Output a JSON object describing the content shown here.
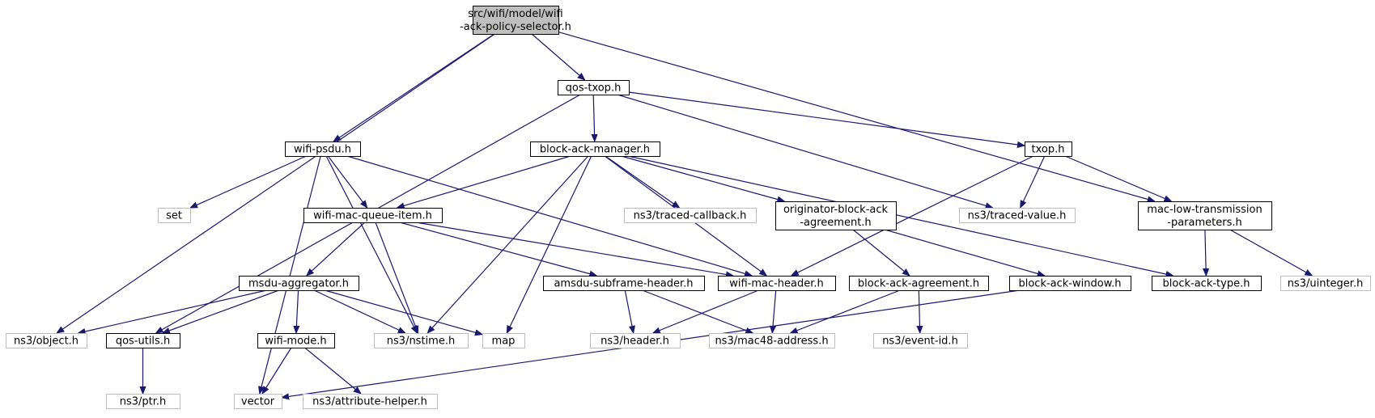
{
  "diagram": {
    "type": "include-dependency-graph",
    "colors": {
      "edge": "#191970",
      "root_fill": "#bfbfbf",
      "documented_border": "#000000",
      "external_border": "#bfbfbf",
      "external_text": "#000000"
    },
    "nodes": [
      {
        "id": "root",
        "label": [
          "src/wifi/model/wifi",
          "-ack-policy-selector.h"
        ],
        "kind": "root"
      },
      {
        "id": "qos-txop",
        "label": [
          "qos-txop.h"
        ],
        "kind": "documented"
      },
      {
        "id": "wifi-psdu",
        "label": [
          "wifi-psdu.h"
        ],
        "kind": "documented"
      },
      {
        "id": "block-ack-manager",
        "label": [
          "block-ack-manager.h"
        ],
        "kind": "documented"
      },
      {
        "id": "txop",
        "label": [
          "txop.h"
        ],
        "kind": "documented"
      },
      {
        "id": "set",
        "label": [
          "set"
        ],
        "kind": "external"
      },
      {
        "id": "wifi-mac-queue-item",
        "label": [
          "wifi-mac-queue-item.h"
        ],
        "kind": "documented"
      },
      {
        "id": "traced-callback",
        "label": [
          "ns3/traced-callback.h"
        ],
        "kind": "external"
      },
      {
        "id": "originator-agreement",
        "label": [
          "originator-block-ack",
          "-agreement.h"
        ],
        "kind": "documented"
      },
      {
        "id": "traced-value",
        "label": [
          "ns3/traced-value.h"
        ],
        "kind": "external"
      },
      {
        "id": "mac-low-params",
        "label": [
          "mac-low-transmission",
          "-parameters.h"
        ],
        "kind": "documented"
      },
      {
        "id": "msdu-aggregator",
        "label": [
          "msdu-aggregator.h"
        ],
        "kind": "documented"
      },
      {
        "id": "amsdu-subframe-header",
        "label": [
          "amsdu-subframe-header.h"
        ],
        "kind": "documented"
      },
      {
        "id": "wifi-mac-header",
        "label": [
          "wifi-mac-header.h"
        ],
        "kind": "documented"
      },
      {
        "id": "block-ack-agreement",
        "label": [
          "block-ack-agreement.h"
        ],
        "kind": "documented"
      },
      {
        "id": "block-ack-window",
        "label": [
          "block-ack-window.h"
        ],
        "kind": "documented"
      },
      {
        "id": "block-ack-type",
        "label": [
          "block-ack-type.h"
        ],
        "kind": "documented"
      },
      {
        "id": "uinteger",
        "label": [
          "ns3/uinteger.h"
        ],
        "kind": "external"
      },
      {
        "id": "object",
        "label": [
          "ns3/object.h"
        ],
        "kind": "external"
      },
      {
        "id": "qos-utils",
        "label": [
          "qos-utils.h"
        ],
        "kind": "documented"
      },
      {
        "id": "wifi-mode",
        "label": [
          "wifi-mode.h"
        ],
        "kind": "documented"
      },
      {
        "id": "nstime",
        "label": [
          "ns3/nstime.h"
        ],
        "kind": "external"
      },
      {
        "id": "map",
        "label": [
          "map"
        ],
        "kind": "external"
      },
      {
        "id": "header",
        "label": [
          "ns3/header.h"
        ],
        "kind": "external"
      },
      {
        "id": "mac48-address",
        "label": [
          "ns3/mac48-address.h"
        ],
        "kind": "external"
      },
      {
        "id": "event-id",
        "label": [
          "ns3/event-id.h"
        ],
        "kind": "external"
      },
      {
        "id": "ptr",
        "label": [
          "ns3/ptr.h"
        ],
        "kind": "external"
      },
      {
        "id": "vector",
        "label": [
          "vector"
        ],
        "kind": "external"
      },
      {
        "id": "attribute-helper",
        "label": [
          "ns3/attribute-helper.h"
        ],
        "kind": "external"
      }
    ],
    "edges": [
      [
        "root",
        "qos-txop"
      ],
      [
        "root",
        "wifi-psdu"
      ],
      [
        "root",
        "object"
      ],
      [
        "root",
        "mac-low-params"
      ],
      [
        "qos-txop",
        "block-ack-manager"
      ],
      [
        "qos-txop",
        "txop"
      ],
      [
        "qos-txop",
        "traced-value"
      ],
      [
        "qos-txop",
        "qos-utils"
      ],
      [
        "wifi-psdu",
        "set"
      ],
      [
        "wifi-psdu",
        "wifi-mac-queue-item"
      ],
      [
        "wifi-psdu",
        "wifi-mac-header"
      ],
      [
        "wifi-psdu",
        "nstime"
      ],
      [
        "wifi-psdu",
        "vector"
      ],
      [
        "block-ack-manager",
        "wifi-mac-queue-item"
      ],
      [
        "block-ack-manager",
        "traced-callback"
      ],
      [
        "block-ack-manager",
        "originator-agreement"
      ],
      [
        "block-ack-manager",
        "block-ack-type"
      ],
      [
        "block-ack-manager",
        "wifi-mac-header"
      ],
      [
        "block-ack-manager",
        "nstime"
      ],
      [
        "block-ack-manager",
        "map"
      ],
      [
        "txop",
        "traced-value"
      ],
      [
        "txop",
        "mac-low-params"
      ],
      [
        "txop",
        "wifi-mac-header"
      ],
      [
        "mac-low-params",
        "block-ack-type"
      ],
      [
        "mac-low-params",
        "uinteger"
      ],
      [
        "wifi-mac-queue-item",
        "msdu-aggregator"
      ],
      [
        "wifi-mac-queue-item",
        "amsdu-subframe-header"
      ],
      [
        "wifi-mac-queue-item",
        "wifi-mac-header"
      ],
      [
        "wifi-mac-queue-item",
        "nstime"
      ],
      [
        "originator-agreement",
        "block-ack-agreement"
      ],
      [
        "originator-agreement",
        "block-ack-window"
      ],
      [
        "msdu-aggregator",
        "object"
      ],
      [
        "msdu-aggregator",
        "qos-utils"
      ],
      [
        "msdu-aggregator",
        "wifi-mode"
      ],
      [
        "msdu-aggregator",
        "nstime"
      ],
      [
        "msdu-aggregator",
        "map"
      ],
      [
        "amsdu-subframe-header",
        "header"
      ],
      [
        "amsdu-subframe-header",
        "mac48-address"
      ],
      [
        "wifi-mac-header",
        "header"
      ],
      [
        "wifi-mac-header",
        "mac48-address"
      ],
      [
        "block-ack-agreement",
        "mac48-address"
      ],
      [
        "block-ack-agreement",
        "event-id"
      ],
      [
        "block-ack-window",
        "vector"
      ],
      [
        "qos-utils",
        "ptr"
      ],
      [
        "wifi-mode",
        "vector"
      ],
      [
        "wifi-mode",
        "attribute-helper"
      ]
    ]
  }
}
